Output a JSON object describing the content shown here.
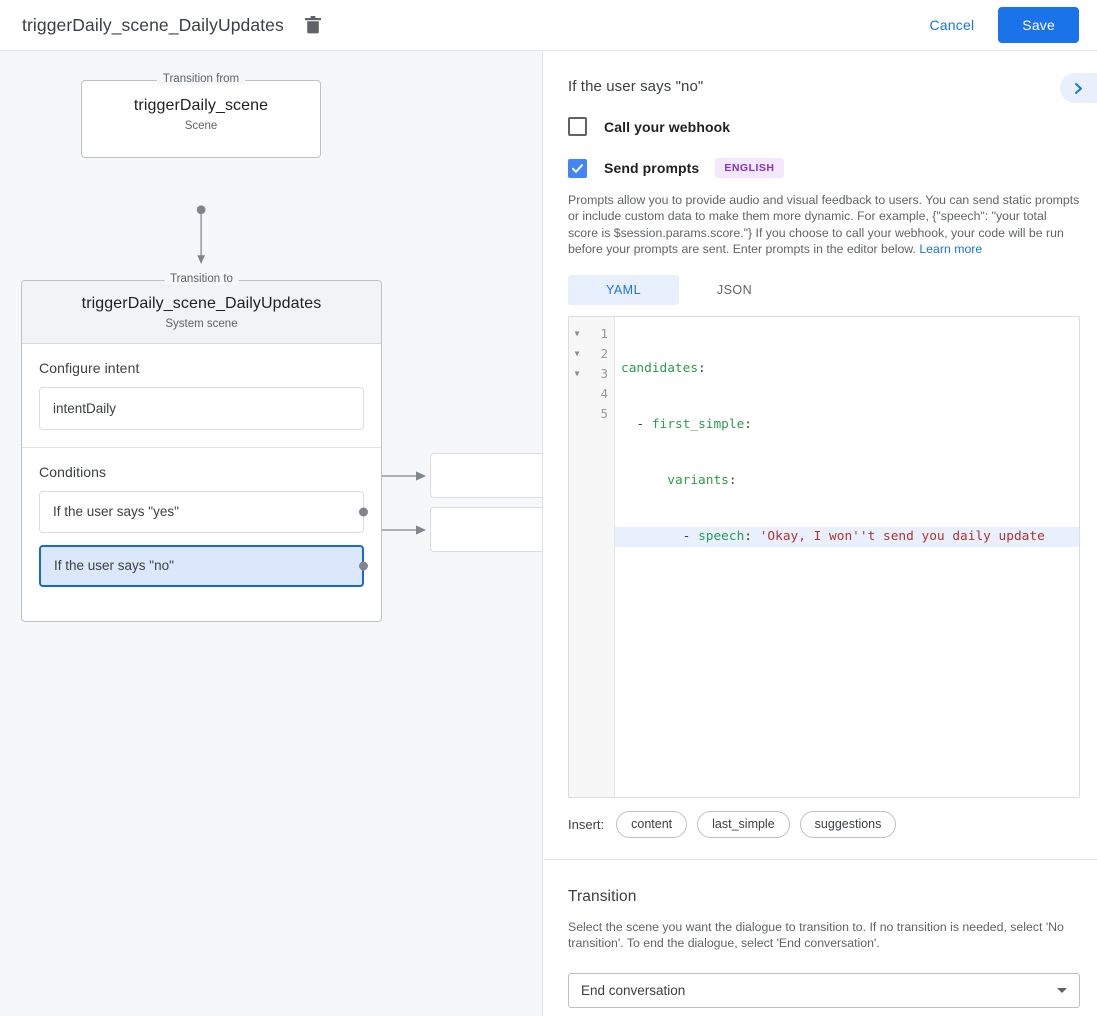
{
  "topbar": {
    "title": "triggerDaily_scene_DailyUpdates",
    "delete_icon": "trash-icon",
    "cancel_label": "Cancel",
    "save_label": "Save"
  },
  "graph": {
    "from": {
      "legend": "Transition from",
      "name": "triggerDaily_scene",
      "type": "Scene"
    },
    "to": {
      "legend": "Transition to",
      "name": "triggerDaily_scene_DailyUpdates",
      "type": "System scene",
      "intent_section_label": "Configure intent",
      "intent_value": "intentDaily",
      "conditions_section_label": "Conditions",
      "conditions": [
        {
          "label": "If the user says \"yes\"",
          "selected": false
        },
        {
          "label": "If the user says \"no\"",
          "selected": true
        }
      ]
    }
  },
  "panel": {
    "title": "If the user says \"no\"",
    "collapse_icon": "chevron-right-icon",
    "webhook": {
      "label": "Call your webhook",
      "checked": false
    },
    "prompts": {
      "label": "Send prompts",
      "checked": true,
      "language_badge": "ENGLISH",
      "description": "Prompts allow you to provide audio and visual feedback to users. You can send static prompts or include custom data to make them more dynamic. For example, {\"speech\": \"your total score is $session.params.score.\"} If you choose to call your webhook, your code will be run before your prompts are sent. Enter prompts in the editor below. ",
      "learn_more": "Learn more"
    },
    "format_tabs": [
      {
        "label": "YAML",
        "active": true
      },
      {
        "label": "JSON",
        "active": false
      }
    ],
    "editor": {
      "line_numbers": [
        "1",
        "2",
        "3",
        "4",
        "5"
      ],
      "foldable_lines": [
        true,
        true,
        true,
        false,
        false
      ],
      "highlighted_line": 4,
      "lines": [
        {
          "indent": "",
          "dash": "",
          "key": "candidates",
          "colon": ":",
          "value": ""
        },
        {
          "indent": "  ",
          "dash": "- ",
          "key": "first_simple",
          "colon": ":",
          "value": ""
        },
        {
          "indent": "      ",
          "dash": "",
          "key": "variants",
          "colon": ":",
          "value": ""
        },
        {
          "indent": "        ",
          "dash": "- ",
          "key": "speech",
          "colon": ": ",
          "value": "'Okay, I won''t send you daily update"
        },
        {
          "indent": "",
          "dash": "",
          "key": "",
          "colon": "",
          "value": ""
        }
      ]
    },
    "insert": {
      "label": "Insert:",
      "chips": [
        "content",
        "last_simple",
        "suggestions"
      ]
    },
    "transition": {
      "title": "Transition",
      "description": "Select the scene you want the dialogue to transition to. If no transition is needed, select 'No transition'. To end the dialogue, select 'End conversation'.",
      "selected": "End conversation"
    }
  }
}
